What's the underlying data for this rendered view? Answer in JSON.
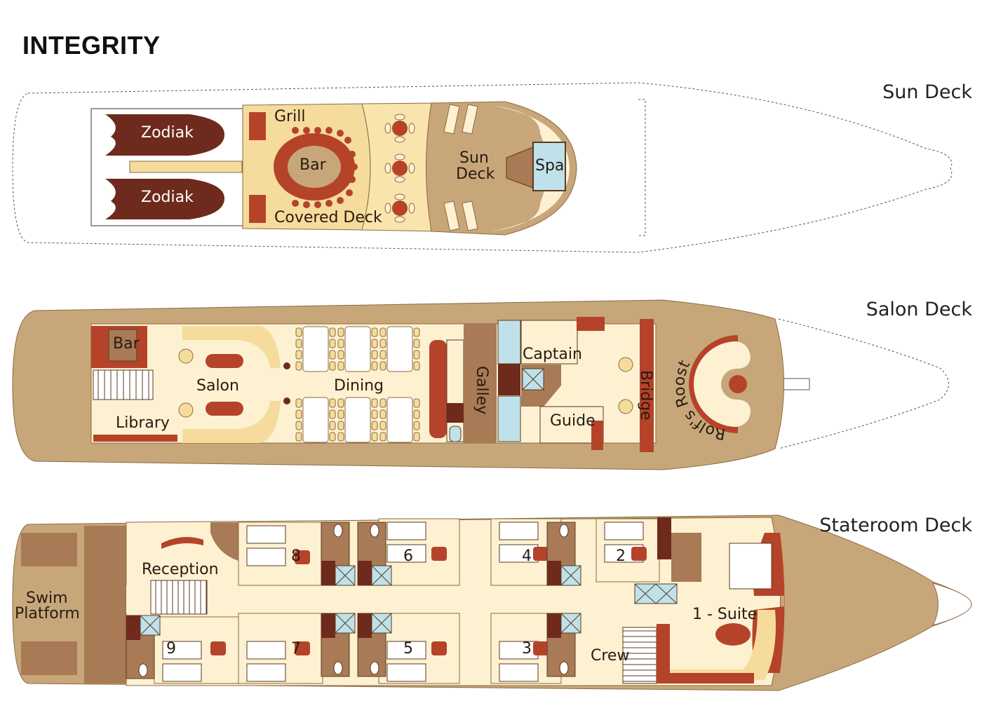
{
  "title": "INTEGRITY",
  "colors": {
    "hull": "#c7a77a",
    "cream": "#fdf1d2",
    "yellow": "#f6dc9c",
    "rust": "#b5432a",
    "dark": "#6e2a1c",
    "brown": "#a87a55",
    "blue": "#bfe1ea"
  },
  "decks": {
    "sun": {
      "name": "Sun Deck",
      "labels": {
        "zodiak1": "Zodiak",
        "zodiak2": "Zodiak",
        "grill": "Grill",
        "bar": "Bar",
        "covered": "Covered Deck",
        "sun1": "Sun",
        "sun2": "Deck",
        "spa": "Spa"
      }
    },
    "salon": {
      "name": "Salon Deck",
      "labels": {
        "bar": "Bar",
        "salon": "Salon",
        "library": "Library",
        "dining": "Dining",
        "galley": "Galley",
        "captain": "Captain",
        "guide": "Guide",
        "bridge": "Bridge",
        "roost": "Rolf's Roost"
      }
    },
    "stateroom": {
      "name": "Stateroom Deck",
      "labels": {
        "swim1": "Swim",
        "swim2": "Platform",
        "reception": "Reception",
        "crew": "Crew",
        "suite": "1 - Suite"
      },
      "cabins": [
        "2",
        "3",
        "4",
        "5",
        "6",
        "7",
        "8",
        "9"
      ]
    }
  }
}
